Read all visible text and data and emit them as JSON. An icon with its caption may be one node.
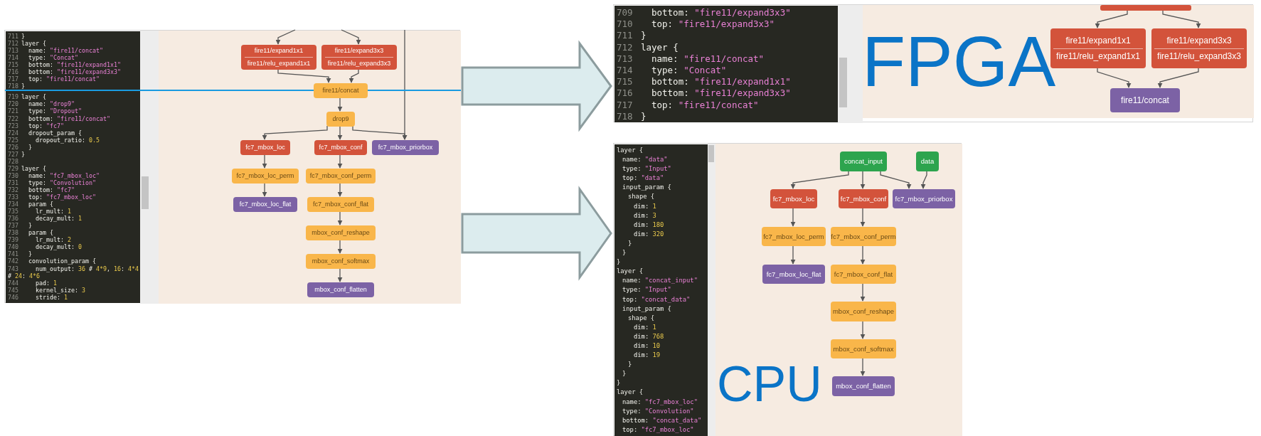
{
  "diagram": {
    "nodes": [
      {
        "text": [],
        "shape": "box"
      },
      {
        "text": [
          "711 }",
          "712 layer {",
          "713 name: \"fire11/concat\"",
          "714 type: \"Concat\"",
          "715 bottom: \"fire11/expand1x1\"",
          "716 bottom: \"fire11/expand3x3\"",
          "717 top: \"fire11/concat\"",
          "718 }",
          "719 layer {",
          "720 name: \"drop9\"",
          "721 type: \"Dropout\"",
          "722 bottom: \"fire11/concat\"",
          "723 top: \"fc7\"",
          "724 dropout_param {",
          "725 dropout_ratio: 0.5",
          "726 }",
          "727 }",
          "728",
          "729 layer {",
          "730 name: \"fc7_mbox_loc\"",
          "731 type: \"Convolution\"",
          "732 bottom: \"fc7\"",
          "733 top: \"fc7_mbox_loc\"",
          "734 param {",
          "735 lr_mult: 1",
          "736 decay_mult: 1",
          "737 }",
          "738 param {",
          "739 lr_mult: 2",
          "740 decay_mult: 0",
          "741 }",
          "742 convolution_param {",
          "743 num_output: 36 # 4*9, 16: 4*4 # 24: 4*6",
          "744 pad: 1",
          "745 kernel_size: 3",
          "746 stride: 1"
        ],
        "in": 0
      },
      {
        "text": [
          "fire11/expand1x1",
          "fire11/relu_expand1x1"
        ],
        "in": 0
      },
      {
        "text": [
          "fire11/expand3x3",
          "fire11/relu_expand3x3"
        ],
        "in": 0
      },
      {
        "text": [
          "fire11/concat"
        ],
        "in": 0
      },
      {
        "text": [
          "drop9"
        ],
        "in": 0
      },
      {
        "text": [
          "fc7_mbox_loc"
        ],
        "in": 0
      },
      {
        "text": [
          "fc7_mbox_conf"
        ],
        "in": 0
      },
      {
        "text": [
          "fc7_mbox_priorbox"
        ],
        "in": 0
      },
      {
        "text": [
          "fc7_mbox_loc_perm"
        ],
        "in": 0
      },
      {
        "text": [
          "fc7_mbox_conf_perm"
        ],
        "in": 0
      },
      {
        "text": [
          "fc7_mbox_loc_flat"
        ],
        "in": 0
      },
      {
        "text": [
          "fc7_mbox_conf_flat"
        ],
        "in": 0
      },
      {
        "text": [
          "mbox_conf_reshape"
        ],
        "in": 0
      },
      {
        "text": [
          "mbox_conf_softmax"
        ],
        "in": 0
      },
      {
        "text": [
          "mbox_conf_flatten"
        ],
        "in": 0
      },
      {
        "text": [],
        "shape": "box"
      },
      {
        "text": [
          "709 bottom: \"fire11/expand3x3\"",
          "710 top: \"fire11/expand3x3\"",
          "711 }",
          "712 layer {",
          "713 name: \"fire11/concat\"",
          "714 type: \"Concat\"",
          "715 bottom: \"fire11/expand1x1\"",
          "716 bottom: \"fire11/expand3x3\"",
          "717 top: \"fire11/concat\"",
          "718 }"
        ],
        "in": 16
      },
      {
        "text": [],
        "shape": "box",
        "in": 16
      },
      {
        "text": [
          "fire11/expand1x1",
          "fire11/relu_expand1x1"
        ],
        "in": 16
      },
      {
        "text": [
          "fire11/expand3x3",
          "fire11/relu_expand3x3"
        ],
        "in": 16
      },
      {
        "text": [
          "fire11/concat"
        ],
        "in": 16
      },
      {
        "text": [],
        "shape": "box"
      },
      {
        "text": [
          "layer {",
          "name: \"data\"",
          "type: \"Input\"",
          "top: \"data\"",
          "input_param {",
          "shape {",
          "dim: 1",
          "dim: 3",
          "dim: 180",
          "dim: 320",
          "}",
          "}",
          "}",
          "layer {",
          "name: \"concat_input\"",
          "type: \"Input\"",
          "top: \"concat_data\"",
          "input_param {",
          "shape {",
          "dim: 1",
          "dim: 768",
          "dim: 10",
          "dim: 19",
          "}",
          "}",
          "}",
          "layer {",
          "name: \"fc7_mbox_loc\"",
          "type: \"Convolution\"",
          "bottom: \"concat_data\"",
          "top: \"fc7_mbox_loc\""
        ],
        "in": 22
      },
      {
        "text": [
          "concat_input"
        ],
        "in": 22
      },
      {
        "text": [
          "data"
        ],
        "in": 22
      },
      {
        "text": [
          "fc7_mbox_loc"
        ],
        "in": 22
      },
      {
        "text": [
          "fc7_mbox_conf"
        ],
        "in": 22
      },
      {
        "text": [
          "fc7_mbox_priorbox"
        ],
        "in": 22
      },
      {
        "text": [
          "fc7_mbox_loc_perm"
        ],
        "in": 22
      },
      {
        "text": [
          "fc7_mbox_conf_perm"
        ],
        "in": 22
      },
      {
        "text": [
          "fc7_mbox_loc_flat"
        ],
        "in": 22
      },
      {
        "text": [
          "fc7_mbox_conf_flat"
        ],
        "in": 22
      },
      {
        "text": [
          "mbox_conf_reshape"
        ],
        "in": 22
      },
      {
        "text": [
          "mbox_conf_softmax"
        ],
        "in": 22
      },
      {
        "text": [
          "mbox_conf_flatten"
        ],
        "in": 22
      }
    ],
    "edges": [
      {
        "from": null,
        "to": 2,
        "arrow": "to"
      },
      {
        "from": null,
        "to": 3,
        "arrow": "to"
      },
      {
        "from": null,
        "to": 8,
        "arrow": "to"
      },
      {
        "from": 2,
        "to": 4,
        "arrow": "to"
      },
      {
        "from": 3,
        "to": 4,
        "arrow": "to"
      },
      {
        "from": 4,
        "to": 5,
        "arrow": "to"
      },
      {
        "from": 5,
        "to": 6,
        "arrow": "to"
      },
      {
        "from": 5,
        "to": 7,
        "arrow": "to"
      },
      {
        "from": 5,
        "to": 8,
        "arrow": "to"
      },
      {
        "from": 6,
        "to": 9,
        "arrow": "to"
      },
      {
        "from": 7,
        "to": 10,
        "arrow": "to"
      },
      {
        "from": 9,
        "to": 11,
        "arrow": "to"
      },
      {
        "from": 10,
        "to": 12,
        "arrow": "to"
      },
      {
        "from": 12,
        "to": 13,
        "arrow": "to"
      },
      {
        "from": 13,
        "to": 14,
        "arrow": "to"
      },
      {
        "from": 14,
        "to": 15,
        "arrow": "to"
      },
      {
        "from": 18,
        "to": 19,
        "arrow": "to"
      },
      {
        "from": 18,
        "to": 20,
        "arrow": "to"
      },
      {
        "from": 19,
        "to": 21,
        "arrow": "to"
      },
      {
        "from": 20,
        "to": 21,
        "arrow": "to"
      },
      {
        "from": 24,
        "to": 26,
        "arrow": "to"
      },
      {
        "from": 24,
        "to": 27,
        "arrow": "to"
      },
      {
        "from": 24,
        "to": 28,
        "arrow": "to"
      },
      {
        "from": 25,
        "to": 28,
        "arrow": "to"
      },
      {
        "from": 26,
        "to": 29,
        "arrow": "to"
      },
      {
        "from": 27,
        "to": 30,
        "arrow": "to"
      },
      {
        "from": 29,
        "to": 31,
        "arrow": "to"
      },
      {
        "from": 30,
        "to": 32,
        "arrow": "to"
      },
      {
        "from": 32,
        "to": 33,
        "arrow": "to"
      },
      {
        "from": 33,
        "to": 34,
        "arrow": "to"
      },
      {
        "from": 34,
        "to": 35,
        "arrow": "to"
      },
      {
        "from": 0,
        "to": 16,
        "arrow": "to",
        "style": "thick",
        "color": "#dcecee"
      },
      {
        "from": 0,
        "to": 22,
        "arrow": "to",
        "style": "thick",
        "color": "#dcecee"
      }
    ],
    "labels": [
      "FPGA",
      "CPU"
    ]
  }
}
